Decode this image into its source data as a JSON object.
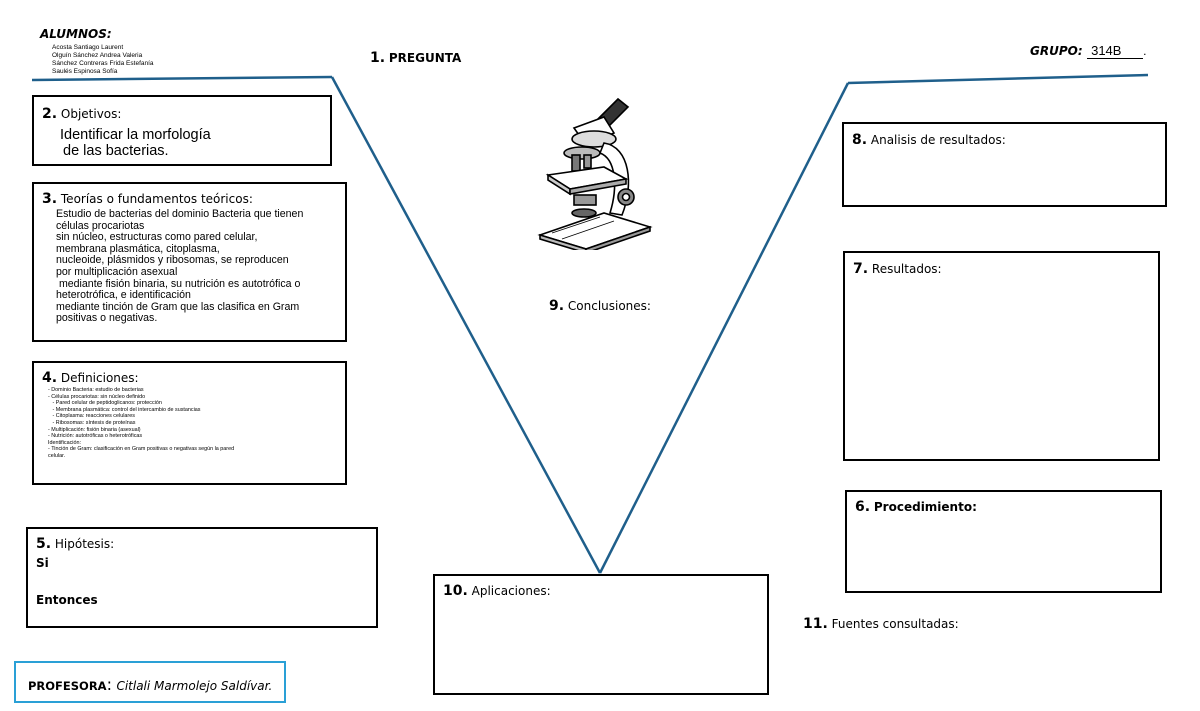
{
  "alumnos": {
    "label": "ALUMNOS:",
    "names": [
      "Acosta Santiago Laurent",
      "Olguín Sánchez Andrea Valeria",
      "Sánchez Contreras Frida Estefanía",
      "Saulés Espinosa Sofía"
    ]
  },
  "grupo": {
    "label": "GRUPO:",
    "value": "314B"
  },
  "pregunta": {
    "num": "1.",
    "label": "PREGUNTA"
  },
  "objetivos": {
    "num": "2.",
    "label": "Objetivos:",
    "lines": [
      "Identificar la morfología",
      "de las bacterias."
    ]
  },
  "teorias": {
    "num": "3.",
    "label": "Teorías o fundamentos teóricos:",
    "lines": [
      "Estudio de bacterias del dominio Bacteria que tienen",
      "células procariotas",
      "sin núcleo, estructuras como pared celular,",
      "membrana plasmática, citoplasma,",
      "nucleoide, plásmidos y ribosomas, se reproducen",
      "por multiplicación asexual",
      " mediante fisión binaria, su nutrición es autotrófica o",
      "heterotrófica, e identificación",
      "mediante tinción de Gram que las clasifica en Gram",
      "positivas o negativas."
    ]
  },
  "definiciones": {
    "num": "4.",
    "label": "Definiciones:",
    "lines": [
      "- Dominio Bacteria: estudio de bacterias",
      "- Células procariotas: sin núcleo definido",
      "   - Pared celular de peptidoglicanos: protección",
      "   - Membrana plasmática: control del intercambio de sustancias",
      "   - Citoplasma: reacciones celulares",
      "   - Ribosomas: síntesis de proteínas",
      "- Multiplicación: fisión binaria (asexual)",
      "- Nutrición: autotróficas o heterotróficas",
      "Identificación:",
      "- Tinción de Gram: clasificación en Gram positivas o negativas según la pared",
      "celular."
    ]
  },
  "hipotesis": {
    "num": "5.",
    "label": "Hipótesis:",
    "si": "Si",
    "entonces": "Entonces"
  },
  "profesora": {
    "label": "PROFESORA",
    "colon": ":",
    "name": "Citlali Marmolejo Saldívar."
  },
  "conclusiones": {
    "num": "9.",
    "label": "Conclusiones:"
  },
  "aplicaciones": {
    "num": "10.",
    "label": "Aplicaciones:"
  },
  "analisis": {
    "num": "8.",
    "label": "Analisis de resultados:"
  },
  "resultados": {
    "num": "7.",
    "label": "Resultados:"
  },
  "procedimiento": {
    "num": "6.",
    "label": "Procedimiento:"
  },
  "fuentes": {
    "num": "11.",
    "label": "Fuentes consultadas:"
  },
  "colors": {
    "v_line": "#1f5f8b",
    "profesora_border": "#2aa0d6",
    "text": "#000000"
  },
  "icons": {
    "microscope": "microscope-icon"
  }
}
